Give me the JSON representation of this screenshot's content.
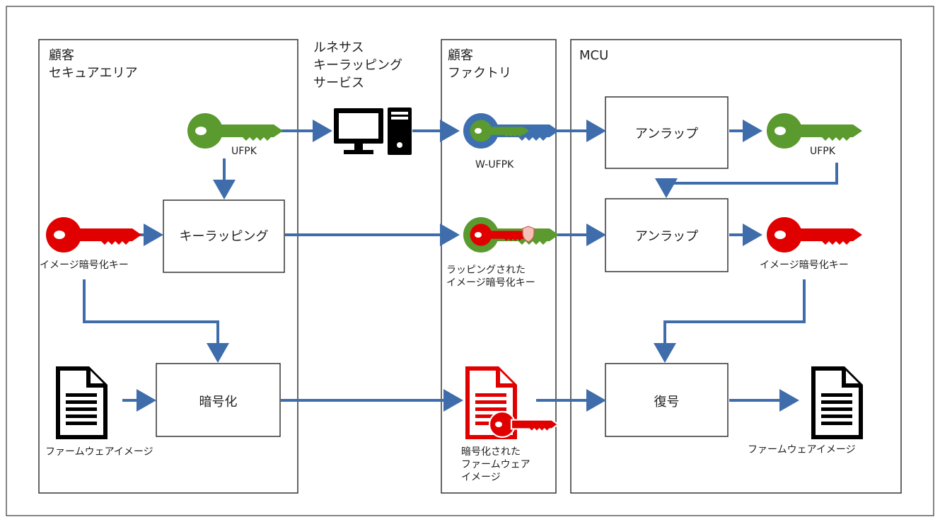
{
  "colors": {
    "arrow": "#3f6dab",
    "green_key": "#5a9a2e",
    "red_key": "#e00000",
    "blue_key": "#3e6fb0",
    "border": "#333333"
  },
  "sections": {
    "secure_area": "顧客\nセキュアエリア",
    "wrap_service": "ルネサス\nキーラッピング\nサービス",
    "factory": "顧客\nファクトリ",
    "mcu": "MCU"
  },
  "boxes": {
    "key_wrapping": "キーラッピング",
    "encrypt": "暗号化",
    "unwrap1": "アンラップ",
    "unwrap2": "アンラップ",
    "decrypt": "復号"
  },
  "labels": {
    "ufpk_left": "UFPK",
    "image_key_left": "イメージ暗号化キー",
    "firmware_left": "ファームウェアイメージ",
    "w_ufpk": "W-UFPK",
    "wrapped_key": "ラッピングされた\nイメージ暗号化キー",
    "encrypted_fw": "暗号化された\nファームウェア\nイメージ",
    "ufpk_right": "UFPK",
    "image_key_right": "イメージ暗号化キー",
    "firmware_right": "ファームウェアイメージ"
  },
  "icons": {
    "green_key": "green-key-icon",
    "red_key": "red-key-icon",
    "computer": "computer-icon",
    "document": "document-icon",
    "encrypted_document": "encrypted-document-icon",
    "shield": "shield-icon"
  }
}
